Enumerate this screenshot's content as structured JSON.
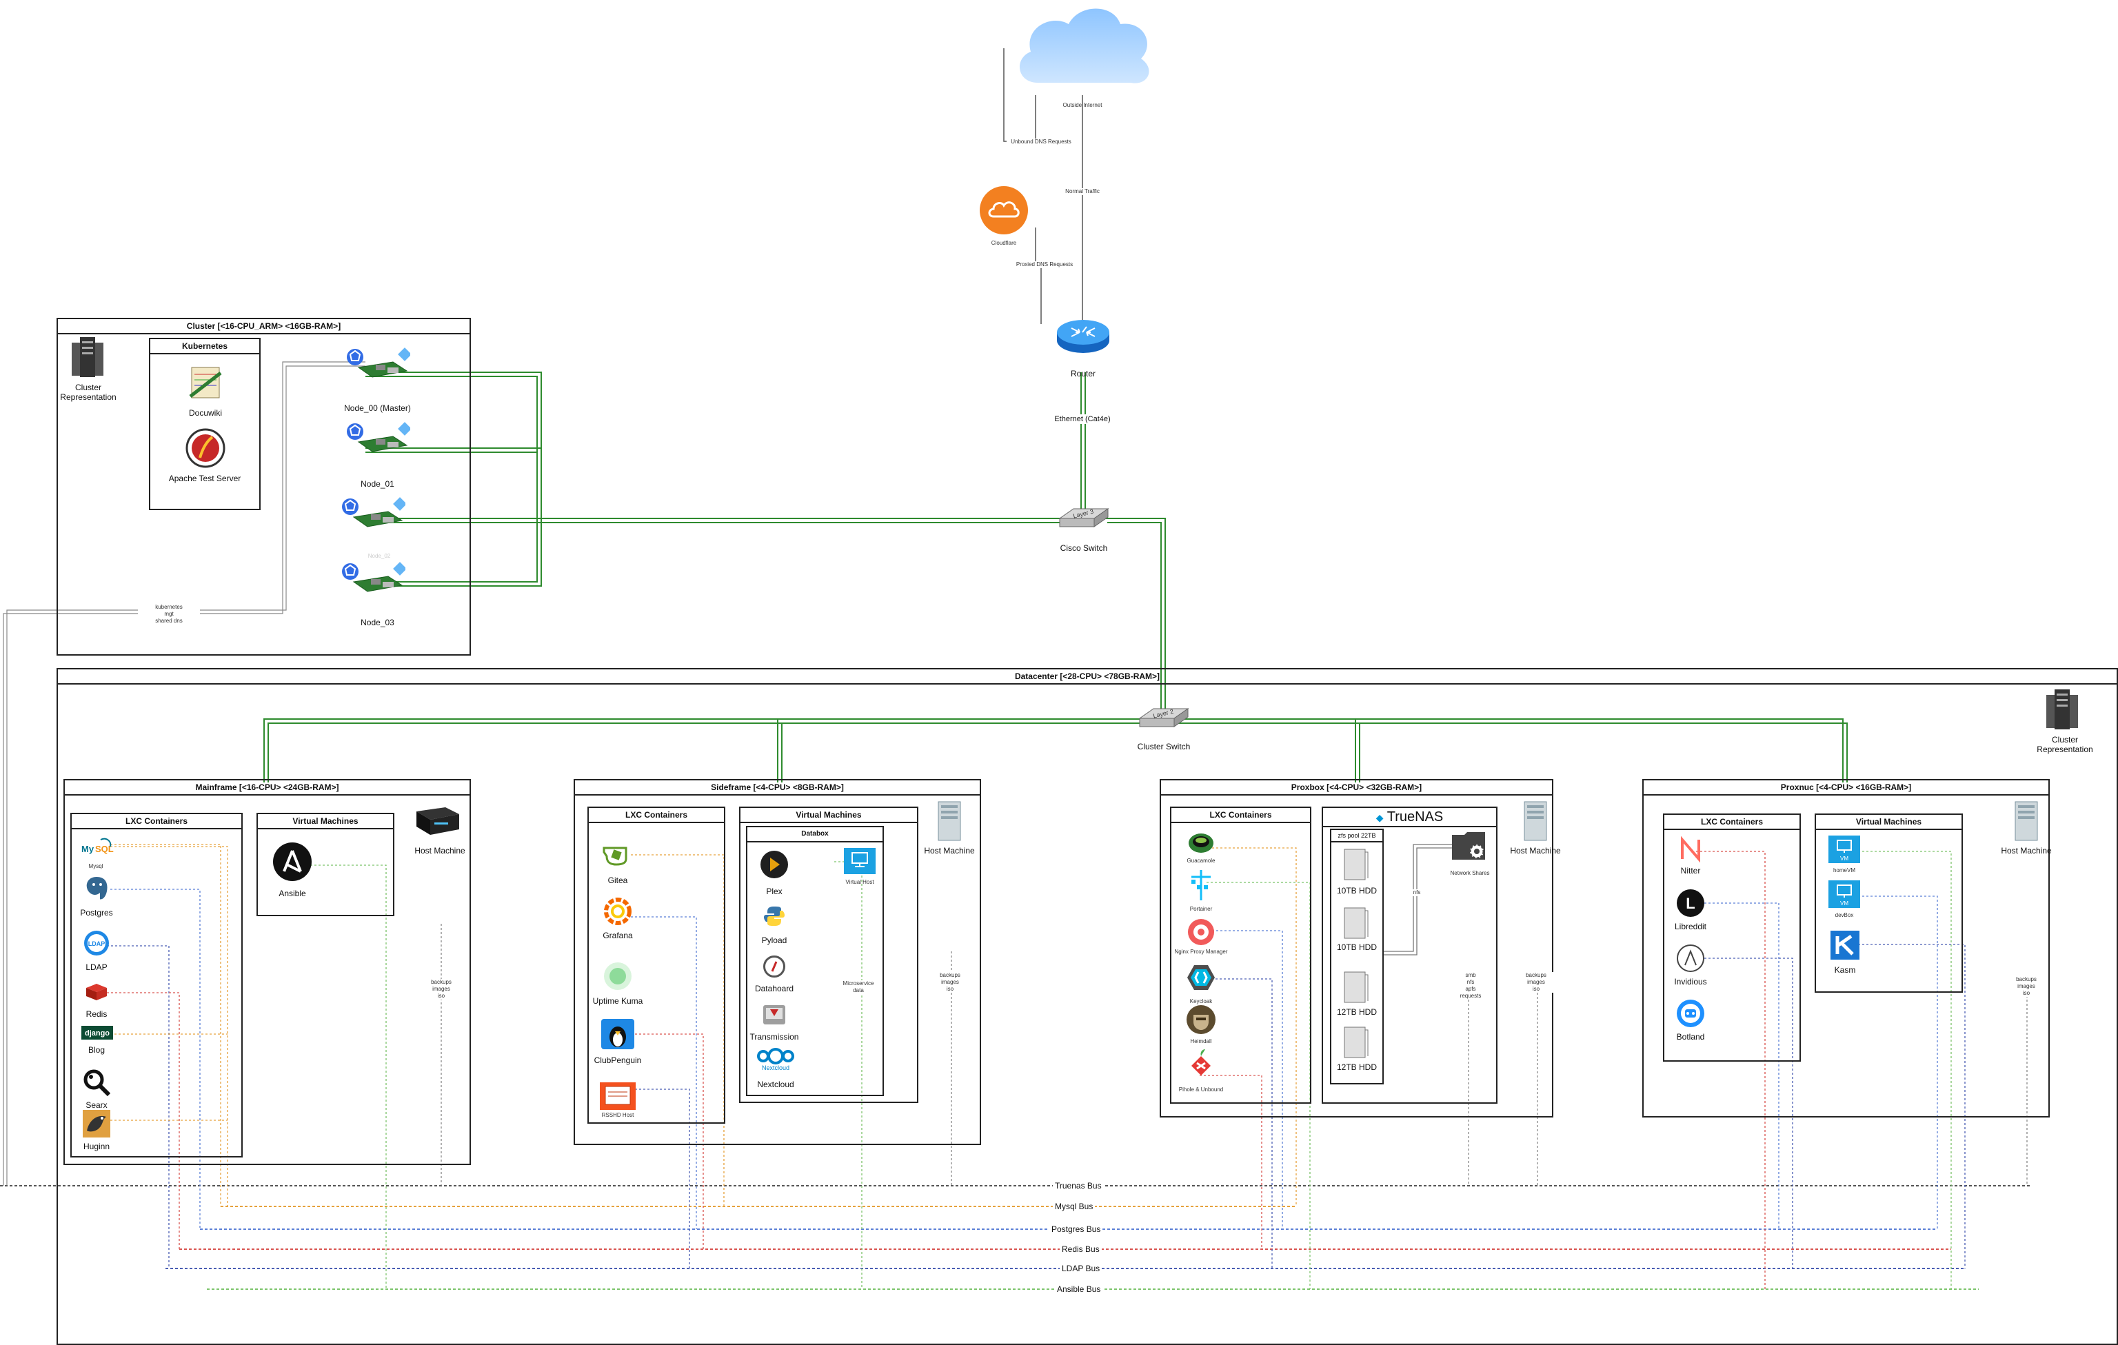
{
  "internet": {
    "label": "Outside Internet",
    "dns_label": "Unbound DNS Requests",
    "traffic_label": "Normal Traffic"
  },
  "cloudflare": {
    "label": "Cloudflare",
    "proxied_label": "Proxied DNS Requests"
  },
  "router": {
    "label": "Router",
    "ethernet_label": "Ethernet (Cat4e)"
  },
  "cisco_switch": {
    "label": "Cisco Switch",
    "badge": "Layer 3"
  },
  "cluster": {
    "title": "Cluster [<16-CPU_ARM> <16GB-RAM>]",
    "representation": "Cluster\nRepresentation",
    "kubernetes": {
      "title": "Kubernetes",
      "apps": [
        "Docuwiki",
        "Apache Test Server"
      ]
    },
    "nodes": [
      "Node_00 (Master)",
      "Node_01",
      "Node_02",
      "Node_03"
    ],
    "bus_note": "kubernetes\nmgt\nshared dns"
  },
  "datacenter": {
    "title": "Datacenter [<28-CPU> <78GB-RAM>]",
    "representation": "Cluster\nRepresentation",
    "switch_label": "Cluster Switch",
    "switch_badge": "Layer 2"
  },
  "mainframe": {
    "title": "Mainframe [<16-CPU> <24GB-RAM>]",
    "lxc_title": "LXC Containers",
    "lxc": [
      "Mysql",
      "Postgres",
      "LDAP",
      "Redis",
      "Blog",
      "Searx",
      "Huginn"
    ],
    "vm_title": "Virtual Machines",
    "vms": [
      "Ansible"
    ],
    "host": "Host Machine",
    "host_note": "backups\nimages\niso"
  },
  "sideframe": {
    "title": "Sideframe [<4-CPU> <8GB-RAM>]",
    "lxc_title": "LXC Containers",
    "lxc": [
      "Gitea",
      "Grafana",
      "Uptime Kuma",
      "ClubPenguin",
      "RSSHD Host"
    ],
    "vm_title": "Virtual Machines",
    "databox_title": "Databox",
    "vms": [
      "Plex",
      "Pyload",
      "Datahoard",
      "Transmission",
      "Nextcloud"
    ],
    "virtual_host": "Virtual Host",
    "vm_note": "Microservice\ndata",
    "host": "Host Machine",
    "host_note": "backups\nimages\niso"
  },
  "proxbox": {
    "title": "Proxbox [<4-CPU> <32GB-RAM>]",
    "lxc_title": "LXC Containers",
    "lxc": [
      "Guacamole",
      "Portainer",
      "Nginx Proxy Manager",
      "Keycloak",
      "Heimdall",
      "Pihole & Unbound"
    ],
    "truenas_title": "TrueNAS",
    "pool_title": "zfs pool 22TB",
    "drives": [
      "10TB HDD",
      "10TB HDD",
      "12TB HDD",
      "12TB HDD"
    ],
    "network_shares": "Network Shares",
    "nfs_label": "nfs",
    "share_note": "smb\nnfs\napfs\nrequests",
    "host": "Host Machine",
    "host_note": "backups\nimages\niso"
  },
  "proxnuc": {
    "title": "Proxnuc [<4-CPU> <16GB-RAM>]",
    "lxc_title": "LXC Containers",
    "lxc": [
      "Nitter",
      "Libreddit",
      "Invidious",
      "Botland"
    ],
    "lxc_badges": {
      "Libreddit": "L"
    },
    "vm_title": "Virtual Machines",
    "vms": [
      "homeVM",
      "devBox",
      "Kasm"
    ],
    "vm_badge": "VM",
    "host": "Host Machine",
    "host_note": "backups\nimages\niso"
  },
  "buses": [
    {
      "label": "Truenas Bus",
      "color": "#555555"
    },
    {
      "label": "Mysql Bus",
      "color": "#e6a23c"
    },
    {
      "label": "Postgres Bus",
      "color": "#5b7fd6"
    },
    {
      "label": "Redis Bus",
      "color": "#d9534f"
    },
    {
      "label": "LDAP Bus",
      "color": "#4a5db3"
    },
    {
      "label": "Ansible Bus",
      "color": "#7cc46b"
    }
  ],
  "colors": {
    "network": "#2e8b2e",
    "mysql": "#e6a23c",
    "postgres": "#5b7fd6",
    "redis": "#d9534f",
    "ldap": "#4a5db3",
    "ansible": "#7cc46b",
    "truenas": "#555555",
    "cloudflare": "#f38020",
    "router": "#1e90ff",
    "cloud": "#5aa9ff"
  }
}
